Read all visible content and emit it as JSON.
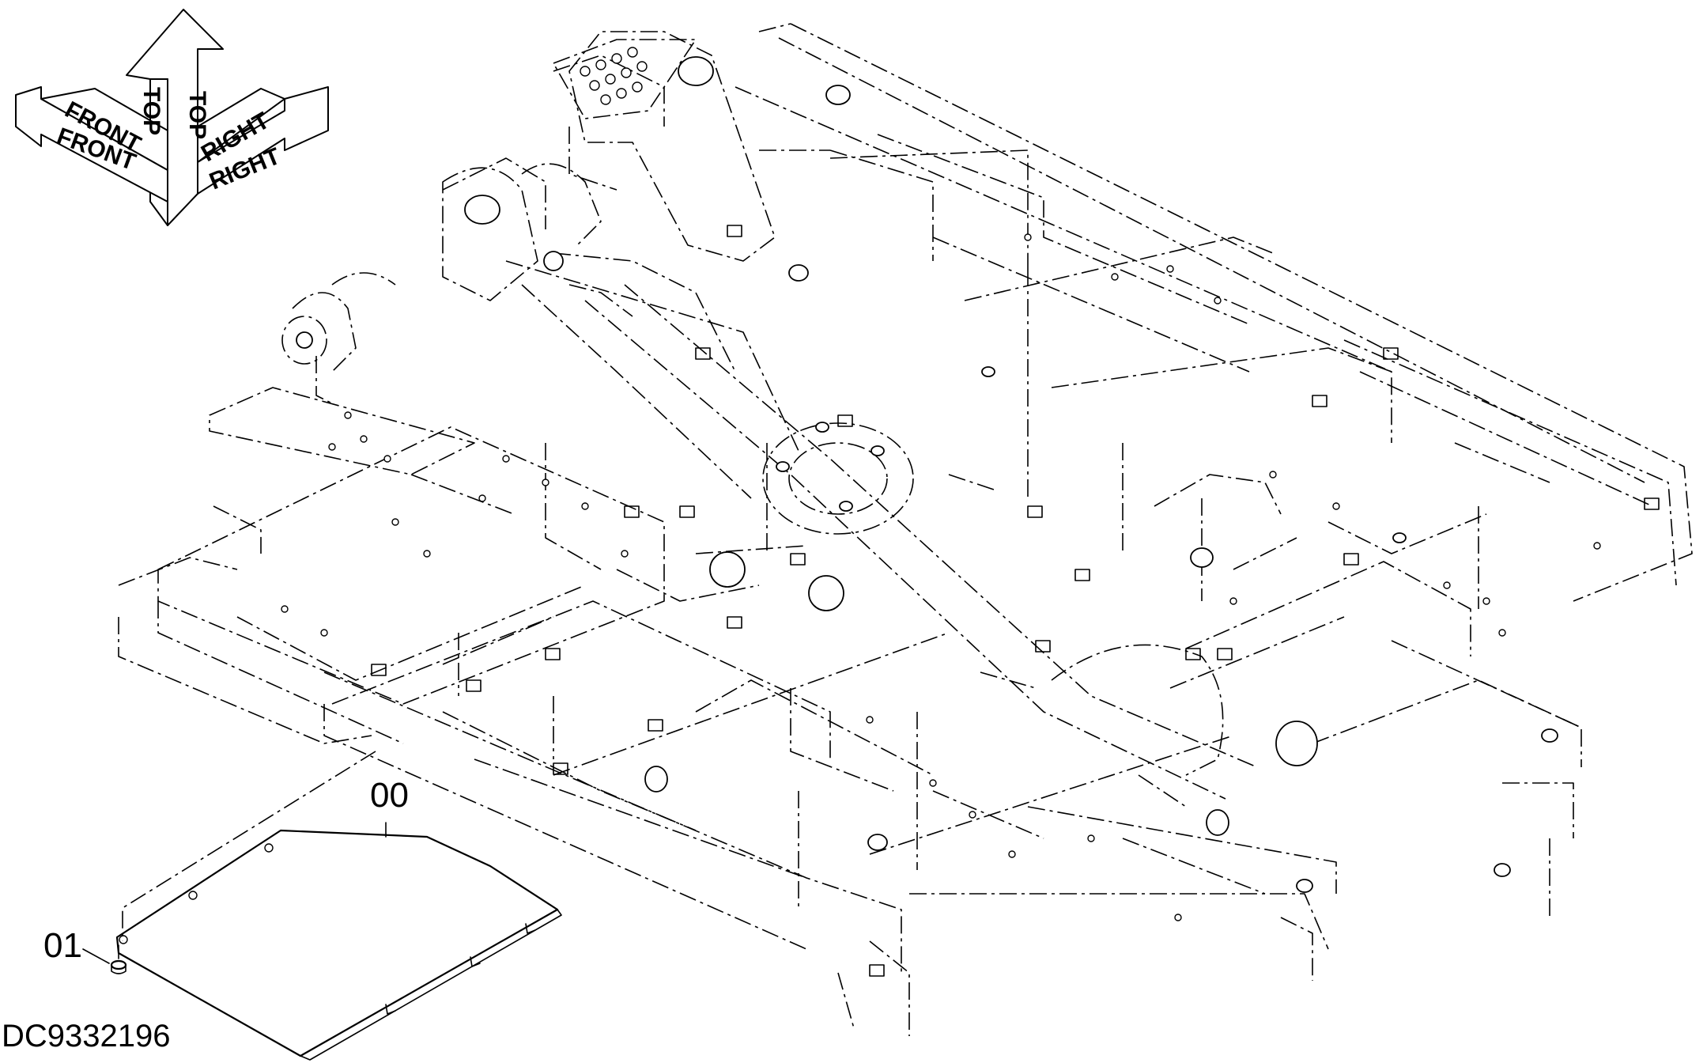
{
  "orientation": {
    "front": "FRONT",
    "top": "TOP",
    "right": "RIGHT"
  },
  "callouts": {
    "part_cover": "00",
    "part_bolt": "01"
  },
  "drawing_number": "DC9332196"
}
